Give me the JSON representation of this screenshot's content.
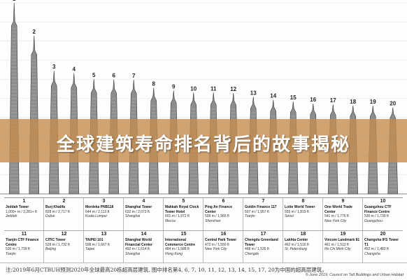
{
  "banner": {
    "title": "全球建筑寿命排名背后的故事揭秘"
  },
  "caption": "注:2019年6月CTBUH预测2020年全球最高20栋超高层建筑, 图中排名第4, 6, 7, 10, 11, 12, 13, 14, 15, 17, 20为中国的超高层建筑。",
  "copyright": "© June 2019, Council on Tall Buildings and Urban Habitat",
  "buildings": [
    {
      "rank": "1",
      "name": "Jeddah Tower",
      "height": "1,000+ m / 3,281+ ft",
      "city": "Jeddah"
    },
    {
      "rank": "2",
      "name": "Burj Khalifa",
      "height": "828 m / 2,717 ft",
      "city": "Dubai"
    },
    {
      "rank": "3",
      "name": "Merdeka PNB118",
      "height": "644 m / 2,113 ft",
      "city": "Kuala Lumpur"
    },
    {
      "rank": "4",
      "name": "Shanghai Tower",
      "height": "632 m / 2,073 ft",
      "city": "Shanghai"
    },
    {
      "rank": "5",
      "name": "Makkah Royal Clock Tower Hotel",
      "height": "601 m / 1,972 ft",
      "city": "Mecca"
    },
    {
      "rank": "6",
      "name": "Ping An Finance Center",
      "height": "599 m / 1,965 ft",
      "city": "Shenzhen"
    },
    {
      "rank": "7",
      "name": "Goldin Finance 117",
      "height": "597 m / 1,957 ft",
      "city": "Tianjin"
    },
    {
      "rank": "8",
      "name": "Lotte World Tower",
      "height": "555 m / 1,819 ft",
      "city": "Seoul"
    },
    {
      "rank": "9",
      "name": "One World Trade Center",
      "height": "541 m / 1,776 ft",
      "city": "New York City"
    },
    {
      "rank": "10",
      "name": "Guangzhou CTF Finance Centre",
      "height": "530 m / 1,739 ft",
      "city": "Guangzhou"
    },
    {
      "rank": "11",
      "name": "Tianjin CTF Finance Centre",
      "height": "530 m / 1,739 ft",
      "city": "Tianjin"
    },
    {
      "rank": "12",
      "name": "CITIC Tower",
      "height": "528 m / 1,732 ft",
      "city": "Beijing"
    },
    {
      "rank": "13",
      "name": "TAIPEI 101",
      "height": "508 m / 1,667 ft",
      "city": "Taipei"
    },
    {
      "rank": "14",
      "name": "Shanghai World Financial Center",
      "height": "492 m / 1,614 ft",
      "city": "Shanghai"
    },
    {
      "rank": "15",
      "name": "International Commerce Centre",
      "height": "484 m / 1,588 ft",
      "city": "Hong Kong"
    },
    {
      "rank": "16",
      "name": "Central Park Tower",
      "height": "472 m / 1,550 ft",
      "city": "New York City"
    },
    {
      "rank": "17",
      "name": "Chengdu Greenland Tower",
      "height": "468 m / 1,535 ft",
      "city": "Chengdu"
    },
    {
      "rank": "18",
      "name": "Lakhta Center",
      "height": "462 m / 1,516 ft",
      "city": "St. Petersburg"
    },
    {
      "rank": "19",
      "name": "Vincom Landmark 81",
      "height": "461 m / 1,513 ft",
      "city": "Ho Chi Minh City"
    },
    {
      "rank": "20",
      "name": "Changsha IFS Tower T1",
      "height": "452 m / 1,483 ft",
      "city": "Changsha"
    }
  ],
  "skyline": {
    "heights_m": [
      1000,
      828,
      644,
      632,
      601,
      599,
      597,
      555,
      541,
      530,
      530,
      528,
      508,
      492,
      484,
      472,
      468,
      462,
      461,
      452
    ]
  }
}
